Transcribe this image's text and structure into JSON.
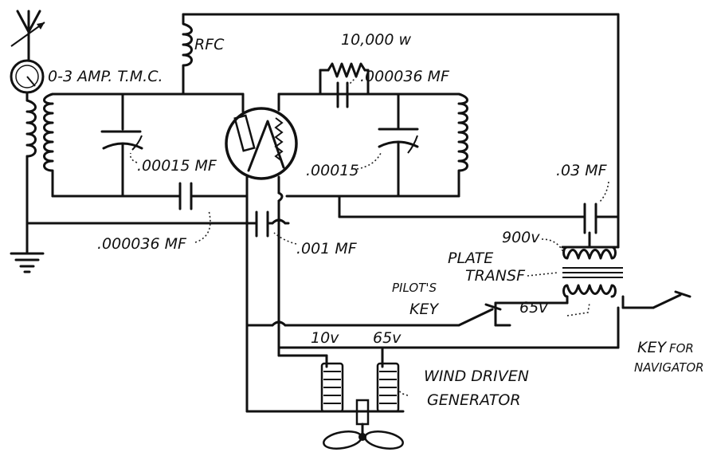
{
  "labels": {
    "meter": "0-3 AMP. T.M.C.",
    "rfc": "RFC",
    "resistor": "10,000 w",
    "grid_cap_top": ".000036 MF",
    "tuning_cap_left": ".00015 MF",
    "tuning_cap_right": ".00015",
    "coupling_cap": ".03 MF",
    "antenna_cap": ".000036 MF",
    "bypass_cap": ".001 MF",
    "plate_voltage": "900v",
    "plate_transformer_1": "PLATE",
    "plate_transformer_2": "TRANSF",
    "pilots_key_1": "PILOT'S",
    "pilots_key_2": "KEY",
    "primary_voltage": "65v",
    "gen_low_voltage": "10v",
    "gen_high_voltage": "65v",
    "generator_1": "WIND DRIVEN",
    "generator_2": "GENERATOR",
    "navigator_key_1": "KEY",
    "navigator_key_for": "FOR",
    "navigator_key_2": "NAVIGATOR"
  },
  "icons": [
    "antenna-icon",
    "ammeter-icon",
    "ground-icon",
    "vacuum-tube-icon",
    "propeller-icon"
  ]
}
